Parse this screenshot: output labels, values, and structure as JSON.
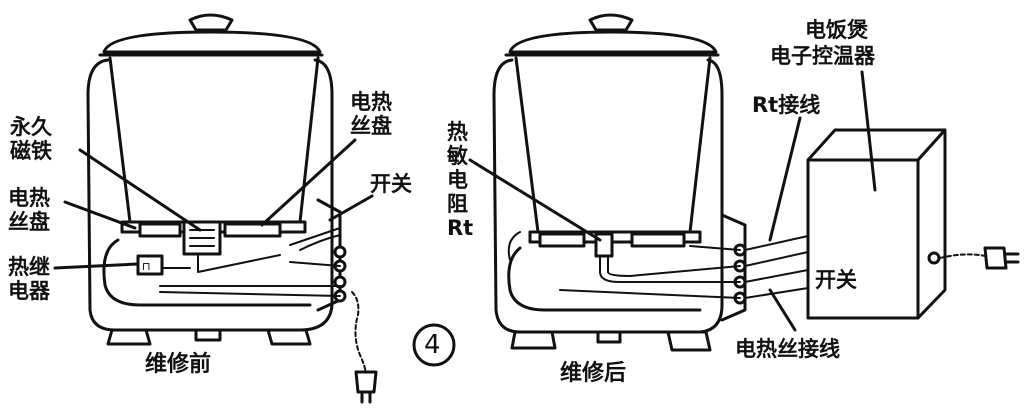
{
  "before": {
    "caption": "维修前",
    "labels": {
      "permanent_magnet_l1": "永久",
      "permanent_magnet_l2": "磁铁",
      "heating_plate_top_l1": "电热",
      "heating_plate_top_l2": "丝盘",
      "heating_plate_left_l1": "电热",
      "heating_plate_left_l2": "丝盘",
      "switch": "开关",
      "thermal_relay_l1": "热继",
      "thermal_relay_l2": "电器"
    }
  },
  "figure_number": "4",
  "after": {
    "caption": "维修后",
    "labels": {
      "thermistor_l1": "热",
      "thermistor_l2": "敏",
      "thermistor_l3": "电",
      "thermistor_l4": "阻",
      "thermistor_l5": "Rt",
      "controller_l1": "电饭煲",
      "controller_l2": "电子控温器",
      "rt_wire": "Rt接线",
      "switch": "开关",
      "heater_wire": "电热丝接线"
    }
  }
}
